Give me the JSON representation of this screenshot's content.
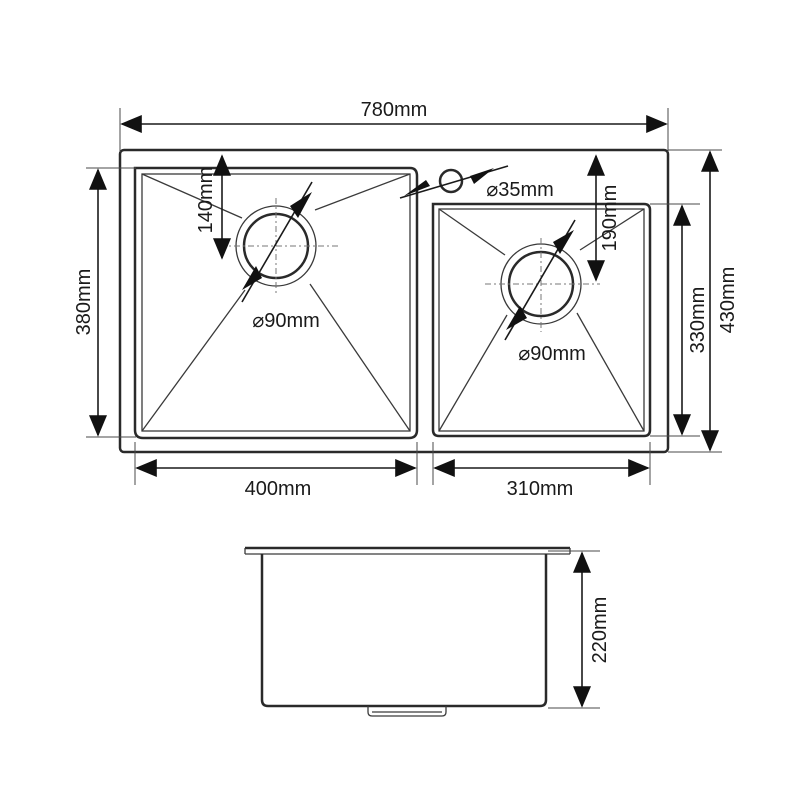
{
  "dimensions": {
    "overall_width": "780mm",
    "left_bowl_width": "400mm",
    "right_bowl_width": "310mm",
    "overall_depth": "430mm",
    "left_bowl_depth": "380mm",
    "right_bowl_depth": "330mm",
    "left_drain_offset": "140mm",
    "right_drain_offset": "190mm",
    "tap_hole": "⌀35mm",
    "left_drain": "⌀90mm",
    "right_drain": "⌀90mm",
    "bowl_height": "220mm"
  }
}
